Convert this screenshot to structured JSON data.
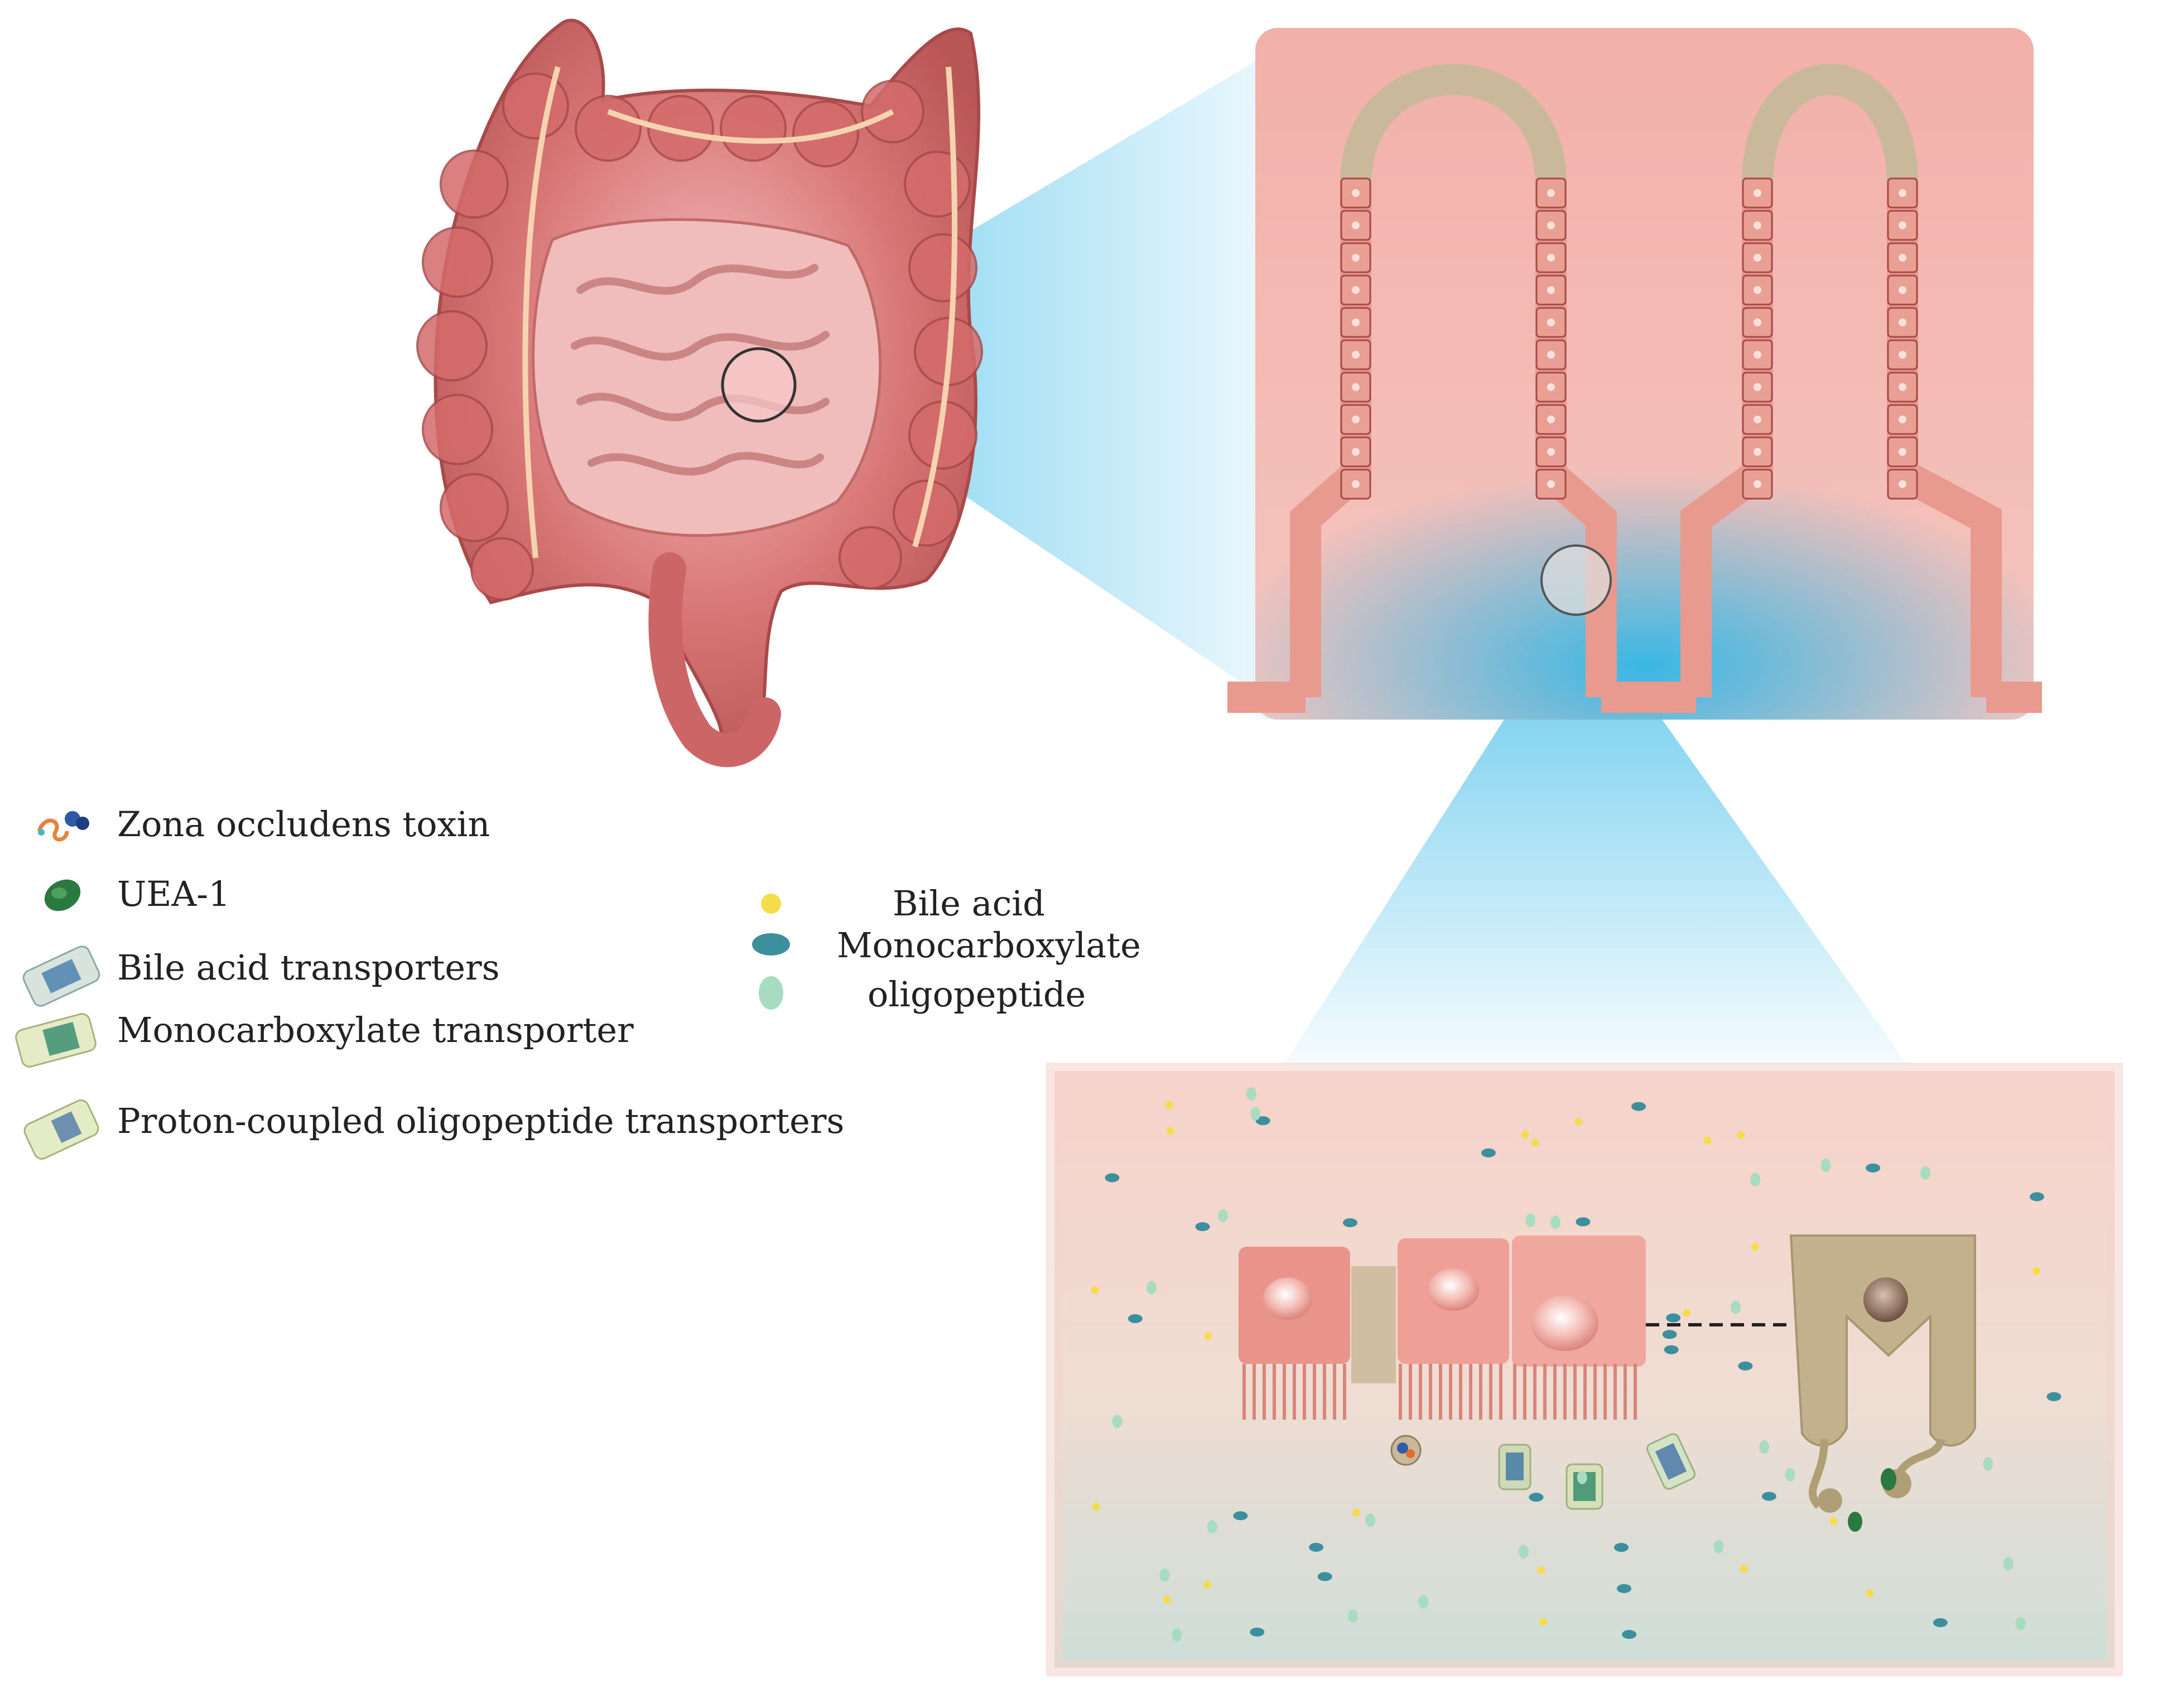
{
  "legend_left": {
    "items": [
      {
        "label": "Zona occludens toxin",
        "icon": "zona-occludens-toxin-icon"
      },
      {
        "label": "UEA-1",
        "icon": "uea1-icon"
      },
      {
        "label": "Bile acid transporters",
        "icon": "bile-acid-transporter-icon"
      },
      {
        "label": "Monocarboxylate transporter",
        "icon": "monocarboxylate-transporter-icon"
      },
      {
        "label": "Proton-coupled oligopeptide transporters",
        "icon": "oligopeptide-transporter-icon"
      }
    ]
  },
  "legend_molecules": {
    "items": [
      {
        "label": "Bile acid",
        "color": "#f5dc4a"
      },
      {
        "label": "Monocarboxylate",
        "color": "#3c8f9c"
      },
      {
        "label": "oligopeptide",
        "color": "#a8dcc0"
      }
    ]
  },
  "colors": {
    "tissue_pink": "#eaa69c",
    "cell_pink": "#e89a8f",
    "zoom_blue": "#2fb6e6",
    "goblet_tan": "#b9aa86",
    "bile_yellow": "#f5dc4a",
    "mono_teal": "#3c8f9c",
    "oligo_green": "#a8dcc0"
  }
}
